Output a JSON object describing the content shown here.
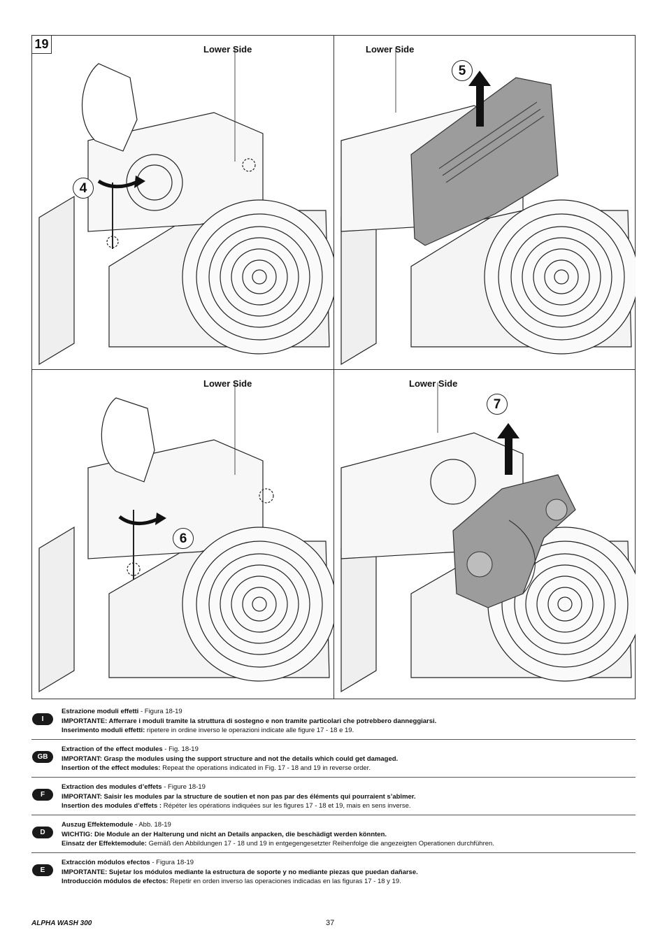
{
  "figure": {
    "number": "19",
    "panels": [
      {
        "label": "Lower Side",
        "step": "4"
      },
      {
        "label": "Lower Side",
        "step": "5"
      },
      {
        "label": "Lower Side",
        "step": "6"
      },
      {
        "label": "Lower Side",
        "step": "7"
      }
    ]
  },
  "languages": [
    {
      "code": "I",
      "title": "Estrazione moduli effetti",
      "title_ref": " - Figura 18-19",
      "important": "IMPORTANTE: Afferrare i moduli tramite la struttura di sostegno e non tramite particolari che potrebbero danneggiarsi.",
      "insert_label": "Inserimento moduli effetti:",
      "insert_text": " ripetere in ordine inverso le operazioni indicate alle figure 17 - 18 e 19."
    },
    {
      "code": "GB",
      "title": "Extraction of the effect modules",
      "title_ref": " - Fig. 18-19",
      "important": "IMPORTANT: Grasp the modules using the support structure and not the details which could get damaged.",
      "insert_label": "Insertion of the effect modules:",
      "insert_text": " Repeat the operations indicated in Fig. 17 - 18 and 19 in reverse order."
    },
    {
      "code": "F",
      "title": "Extraction des modules d’effets",
      "title_ref": " - Figure 18-19",
      "important": "IMPORTANT: Saisir les modules par la structure de soutien et non pas par des éléments qui pourraient s’abîmer.",
      "insert_label": "Insertion des modules d’effets :",
      "insert_text": " Répéter les opérations indiquées sur les figures 17 - 18 et 19, mais en sens inverse."
    },
    {
      "code": "D",
      "title": "Auszug Effektemodule",
      "title_ref": " - Abb. 18-19",
      "important": "WICHTIG: Die Module an der Halterung und nicht an Details anpacken, die beschädigt werden könnten.",
      "insert_label": "Einsatz der Effektemodule:",
      "insert_text": " Gemäß den Abbildungen 17 - 18 und 19 in entgegengesetzter Reihenfolge die angezeigten Operationen durchführen."
    },
    {
      "code": "E",
      "title": "Extracción módulos efectos",
      "title_ref": " - Figura 18-19",
      "important": "IMPORTANTE: Sujetar los módulos mediante la estructura de soporte y no mediante piezas que puedan dañarse.",
      "insert_label": "Introducción módulos de efectos:",
      "insert_text": " Repetir en orden inverso las operaciones indicadas en las figuras 17 - 18 y 19."
    }
  ],
  "footer": {
    "product": "ALPHA WASH 300",
    "page": "37"
  }
}
